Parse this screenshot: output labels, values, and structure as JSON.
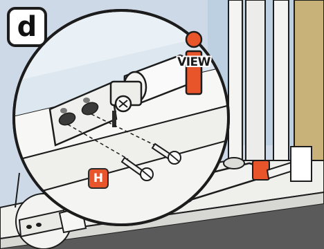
{
  "step": {
    "letter": "d"
  },
  "callout": {
    "view_label": "VIEW",
    "part_label": "H"
  },
  "colors": {
    "wall_tan": "#c8b27a",
    "glass_blue": "#bcd0e2",
    "accent_orange": "#e8552b",
    "floor_gray": "#5a5a5a",
    "outline": "#1c1c1c"
  }
}
